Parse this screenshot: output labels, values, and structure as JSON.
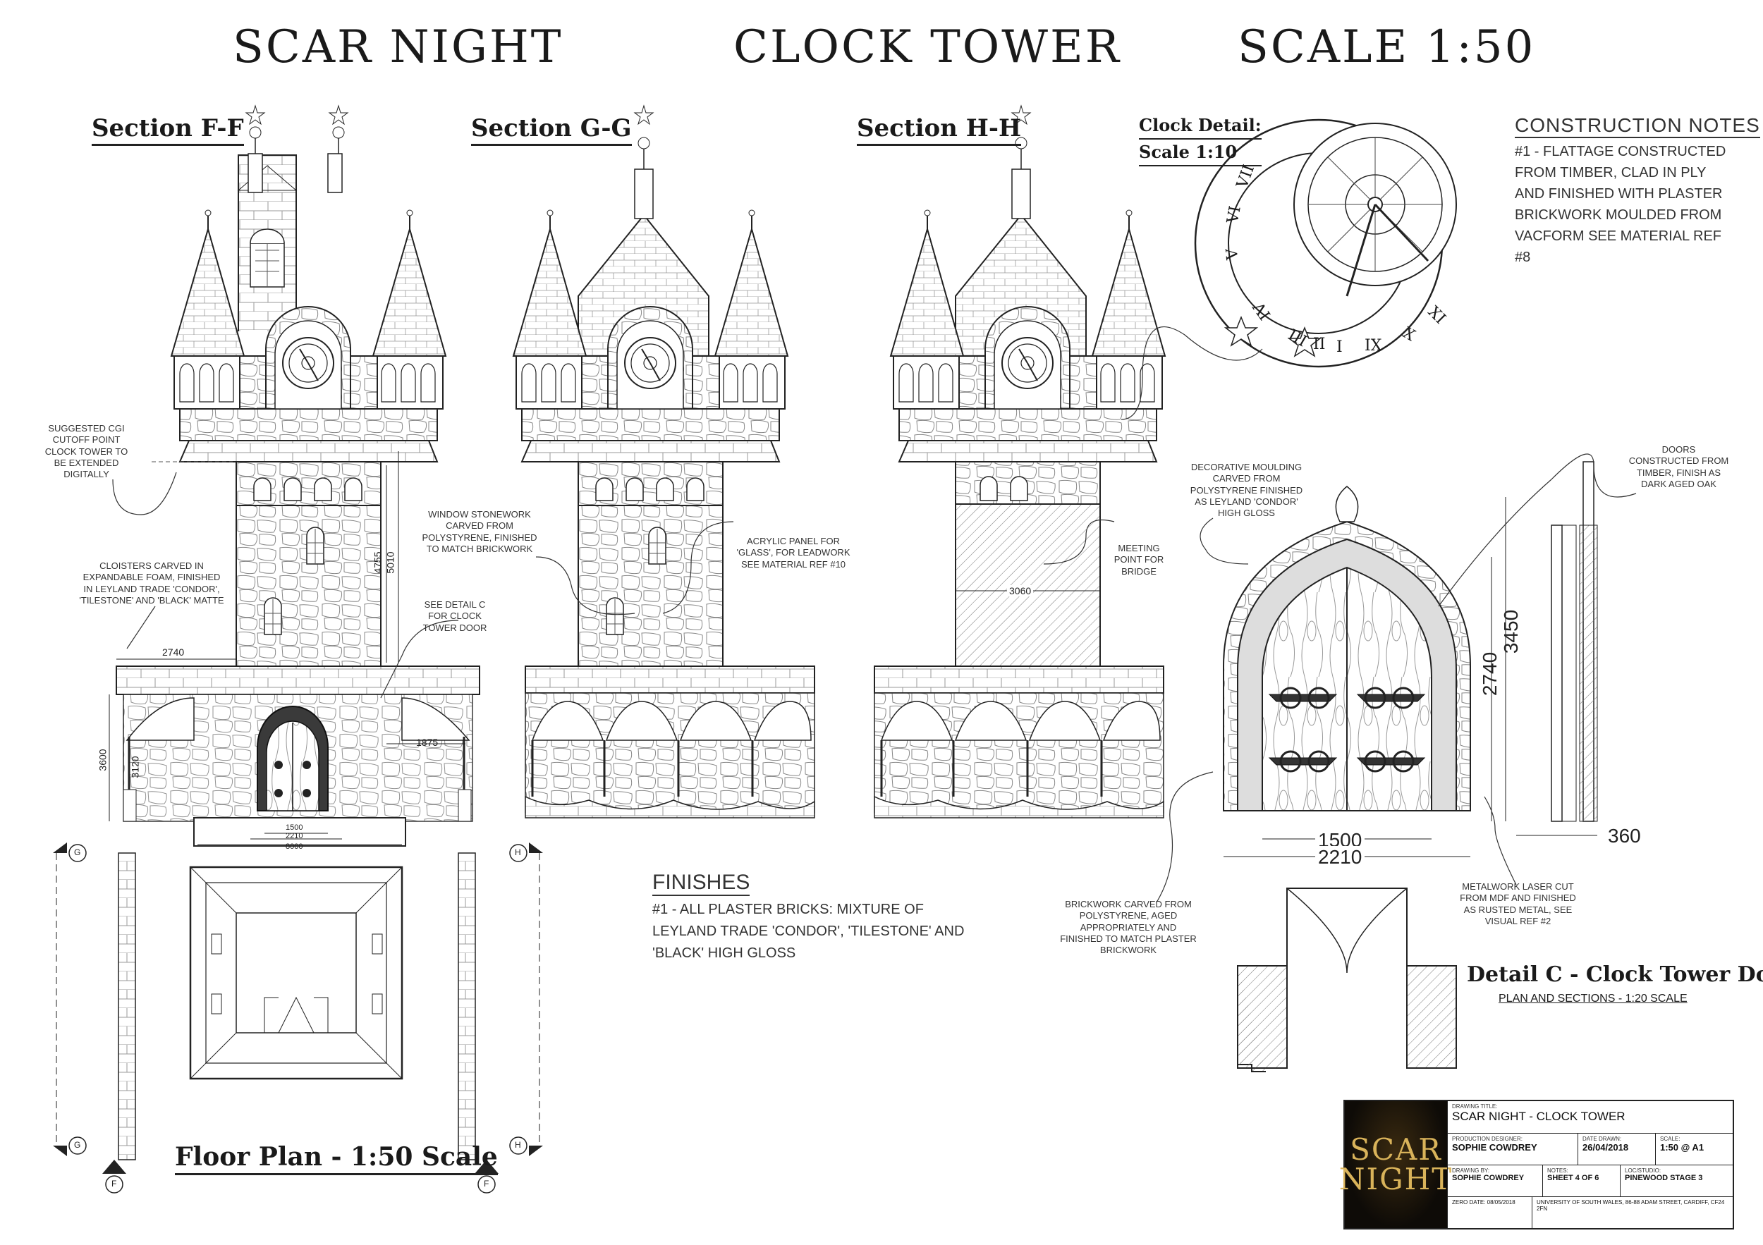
{
  "titles": {
    "left": "SCAR NIGHT",
    "center": "CLOCK TOWER",
    "right": "SCALE 1:50"
  },
  "sections": {
    "ff": "Section F-F",
    "gg": "Section G-G",
    "hh": "Section H-H"
  },
  "clock_detail": {
    "line1": "Clock Detail:",
    "line2": "Scale 1:10",
    "numerals": [
      "VII",
      "VI",
      "V",
      "IV",
      "III",
      "II",
      "I",
      "IX",
      "X",
      "XI"
    ]
  },
  "construction_notes": {
    "title": "CONSTRUCTION NOTES",
    "body": "#1 - FLATTAGE CONSTRUCTED FROM TIMBER, CLAD IN PLY AND FINISHED WITH PLASTER BRICKWORK MOULDED FROM VACFORM SEE MATERIAL REF #8"
  },
  "annotations": {
    "cgi_cutoff": "SUGGESTED CGI CUTOFF POINT CLOCK TOWER TO BE EXTENDED DIGITALLY",
    "cloisters": "CLOISTERS CARVED IN EXPANDABLE FOAM, FINISHED IN LEYLAND TRADE 'CONDOR', 'TILESTONE' AND 'BLACK' MATTE",
    "see_detail_c": "SEE DETAIL C FOR CLOCK TOWER DOOR",
    "window_stonework": "WINDOW STONEWORK CARVED FROM POLYSTYRENE, FINISHED TO MATCH BRICKWORK",
    "acrylic_panel": "ACRYLIC PANEL FOR 'GLASS', FOR LEADWORK SEE MATERIAL REF #10",
    "meeting_point": "MEETING POINT FOR BRIDGE",
    "decorative_moulding": "DECORATIVE MOULDING CARVED FROM POLYSTYRENE FINISHED AS LEYLAND 'CONDOR' HIGH GLOSS",
    "doors_constructed": "DOORS CONSTRUCTED FROM TIMBER, FINISH AS DARK AGED OAK",
    "brickwork_carved": "BRICKWORK CARVED FROM POLYSTYRENE, AGED APPROPRIATELY AND FINISHED TO MATCH PLASTER BRICKWORK",
    "metalwork": "METALWORK LASER CUT FROM MDF AND FINISHED AS RUSTED METAL, SEE VISUAL REF #2"
  },
  "dimensions": {
    "ff_width_top": "2740",
    "ff_height_a": "4755",
    "ff_height_b": "5010",
    "ff_arch_h1": "3600",
    "ff_arch_h2": "3120",
    "ff_side": "1875",
    "ff_door_1": "1500",
    "ff_door_2": "2210",
    "ff_door_3": "8000",
    "hh_width": "3060",
    "door_h1": "2740",
    "door_h2": "3450",
    "door_w1": "1500",
    "door_w2": "2210",
    "door_depth": "360"
  },
  "finishes": {
    "title": "FINISHES",
    "body": "#1 - ALL PLASTER BRICKS: MIXTURE OF LEYLAND TRADE 'CONDOR', 'TILESTONE' AND 'BLACK' HIGH GLOSS"
  },
  "floor_plan": {
    "label": "Floor Plan - 1:50 Scale",
    "markers": [
      "G",
      "H",
      "F",
      "F",
      "G",
      "H"
    ]
  },
  "detail_c": {
    "title": "Detail C - Clock Tower Door",
    "subtitle": "PLAN AND SECTIONS - 1:20 SCALE"
  },
  "title_block": {
    "logo_line1": "SCAR",
    "logo_line2": "NIGHT",
    "drawing_title_key": "DRAWING TITLE:",
    "drawing_title": "SCAR NIGHT - CLOCK TOWER",
    "designer_key": "PRODUCTION DESIGNER:",
    "designer": "SOPHIE COWDREY",
    "date_key": "DATE DRAWN:",
    "date": "26/04/2018",
    "scale_key": "SCALE:",
    "scale": "1:50 @ A1",
    "drawn_by_key": "DRAWING BY:",
    "drawn_by": "SOPHIE COWDREY",
    "notes_key": "NOTES:",
    "notes": "SHEET 4 OF 6",
    "loc_key": "LOC/STUDIO:",
    "loc": "PINEWOOD STAGE 3",
    "zero_date": "ZERO DATE: 08/05/2018",
    "address": "UNIVERSITY OF SOUTH WALES, 86-88 ADAM STREET, CARDIFF, CF24 2FN"
  },
  "colors": {
    "ink": "#1a1a1a",
    "logo_bg": "#0e0b07",
    "logo_text": "#d9b35a"
  }
}
